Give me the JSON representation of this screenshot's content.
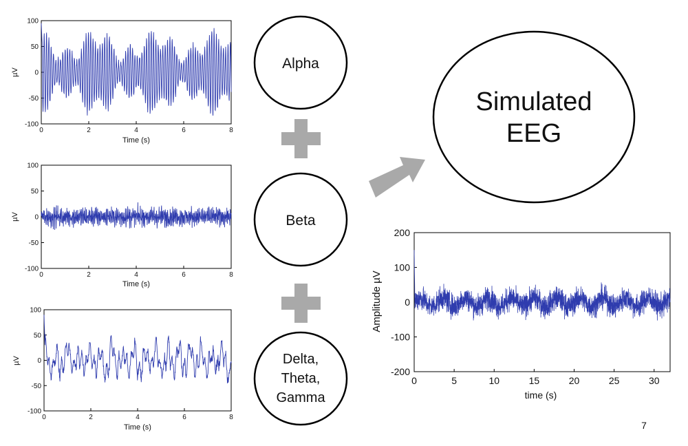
{
  "circles": {
    "alpha": "Alpha",
    "beta": "Beta",
    "rest": [
      "Delta,",
      "Theta,",
      "Gamma"
    ],
    "simulated": [
      "Simulated",
      "EEG"
    ]
  },
  "page_number": "7",
  "colors": {
    "trace": "#2f3cae",
    "arrow": "#a9a9a9",
    "plus": "#a9a9a9"
  },
  "icons": {
    "plus": "plus-icon",
    "arrow": "arrow-right-icon"
  },
  "chart_data": [
    {
      "type": "line",
      "title": "",
      "xlabel": "Time (s)",
      "ylabel": "µV",
      "xlim": [
        0,
        8
      ],
      "ylim": [
        -100,
        100
      ],
      "xticks": [
        "0",
        "2",
        "4",
        "6",
        "8"
      ],
      "yticks": [
        "100",
        "50",
        "0",
        "-50",
        "-100"
      ],
      "series": [
        {
          "signal": "alpha-like oscillation ~10 Hz, amplitude envelope up to ±90 µV"
        }
      ]
    },
    {
      "type": "line",
      "title": "",
      "xlabel": "Time (s)",
      "ylabel": "µV",
      "xlim": [
        0,
        8
      ],
      "ylim": [
        -100,
        100
      ],
      "xticks": [
        "0",
        "2",
        "4",
        "6",
        "8"
      ],
      "yticks": [
        "100",
        "50",
        "0",
        "-50",
        "-100"
      ],
      "series": [
        {
          "signal": "beta-like dense noise, amplitude mostly within ±40 µV"
        }
      ]
    },
    {
      "type": "line",
      "title": "",
      "xlabel": "Time (s)",
      "ylabel": "µV",
      "xlim": [
        0,
        8
      ],
      "ylim": [
        -100,
        100
      ],
      "xticks": [
        "0",
        "2",
        "4",
        "6",
        "8"
      ],
      "yticks": [
        "100",
        "50",
        "0",
        "-50",
        "-100"
      ],
      "series": [
        {
          "signal": "slower delta/theta/gamma mix, amplitude mostly within ±70 µV"
        }
      ]
    },
    {
      "type": "line",
      "title": "",
      "xlabel": "time (s)",
      "ylabel": "Amplitude µV",
      "xlim": [
        0,
        32
      ],
      "ylim": [
        -200,
        200
      ],
      "xticks": [
        "0",
        "5",
        "10",
        "15",
        "20",
        "25",
        "30"
      ],
      "yticks": [
        "200",
        "100",
        "0",
        "-100",
        "-200"
      ],
      "series": [
        {
          "signal": "summed simulated EEG, amplitude mostly within ±120 µV"
        }
      ]
    }
  ]
}
